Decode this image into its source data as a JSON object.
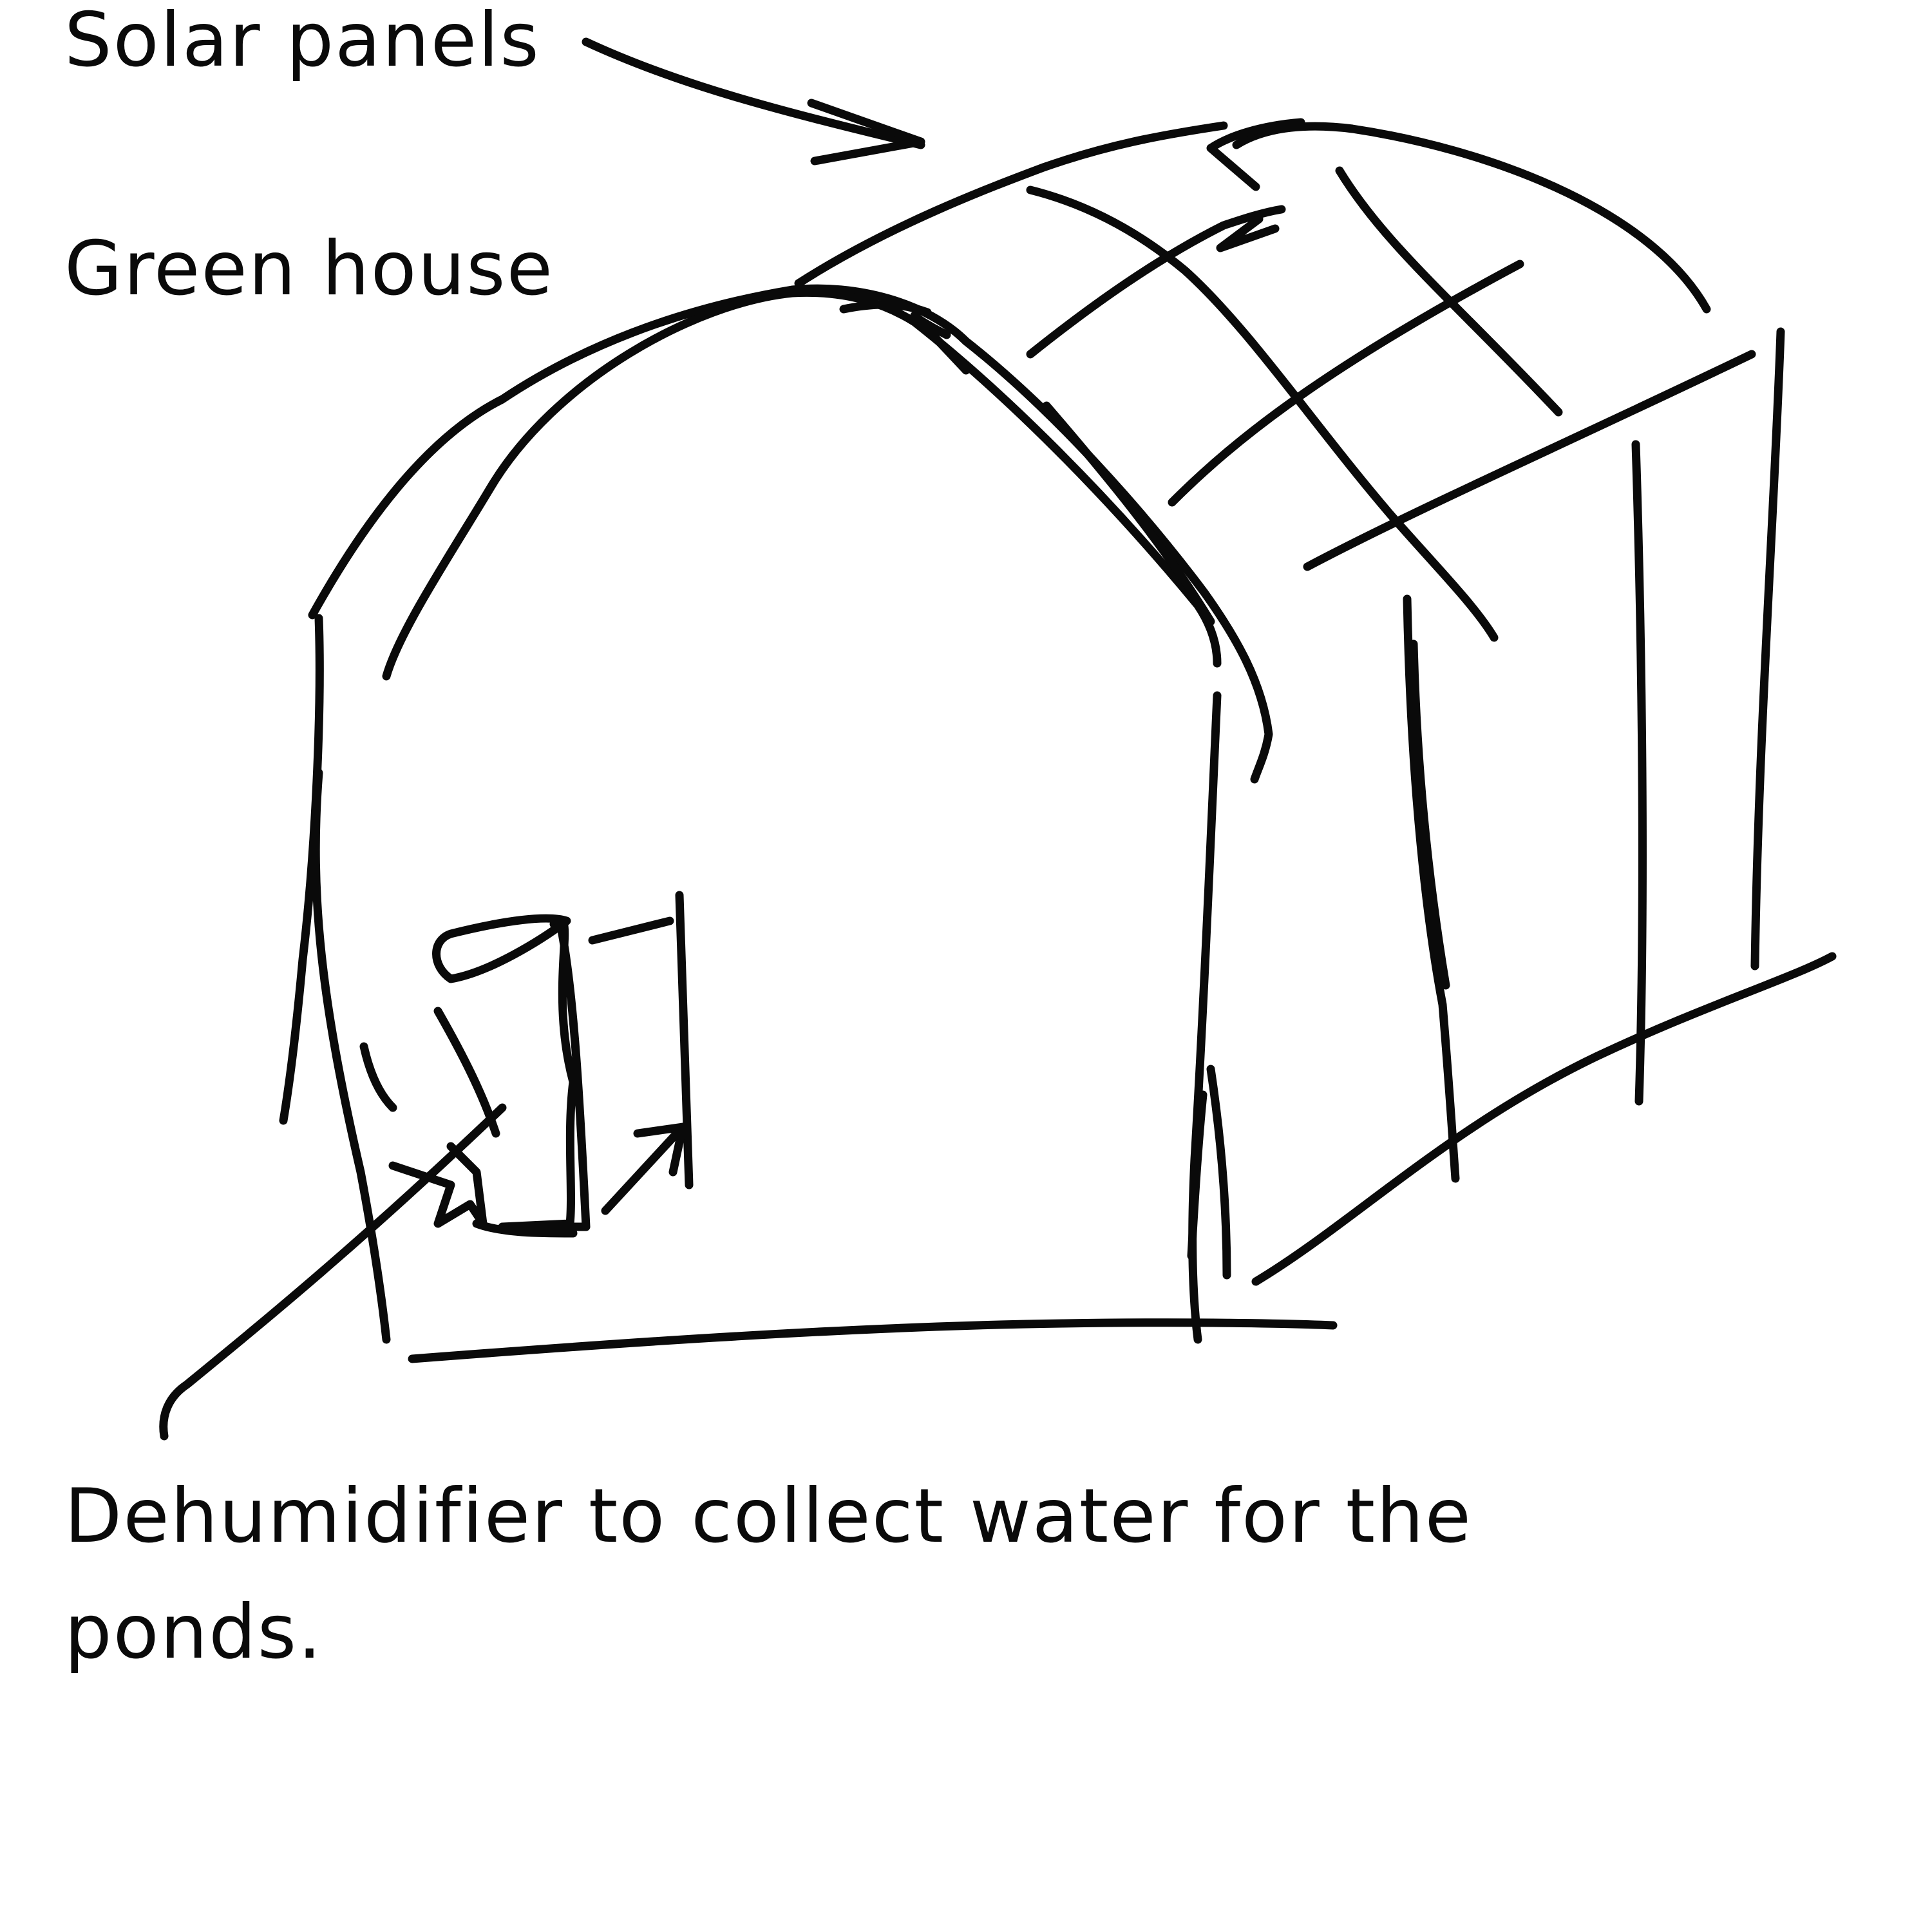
{
  "labels": {
    "solar_panels": "Solar panels",
    "green_house": "Green house"
  },
  "caption": "Dehumidifier to collect water for the ponds.",
  "colors": {
    "ink": "#0a0a0a",
    "paper": "#ffffff"
  }
}
